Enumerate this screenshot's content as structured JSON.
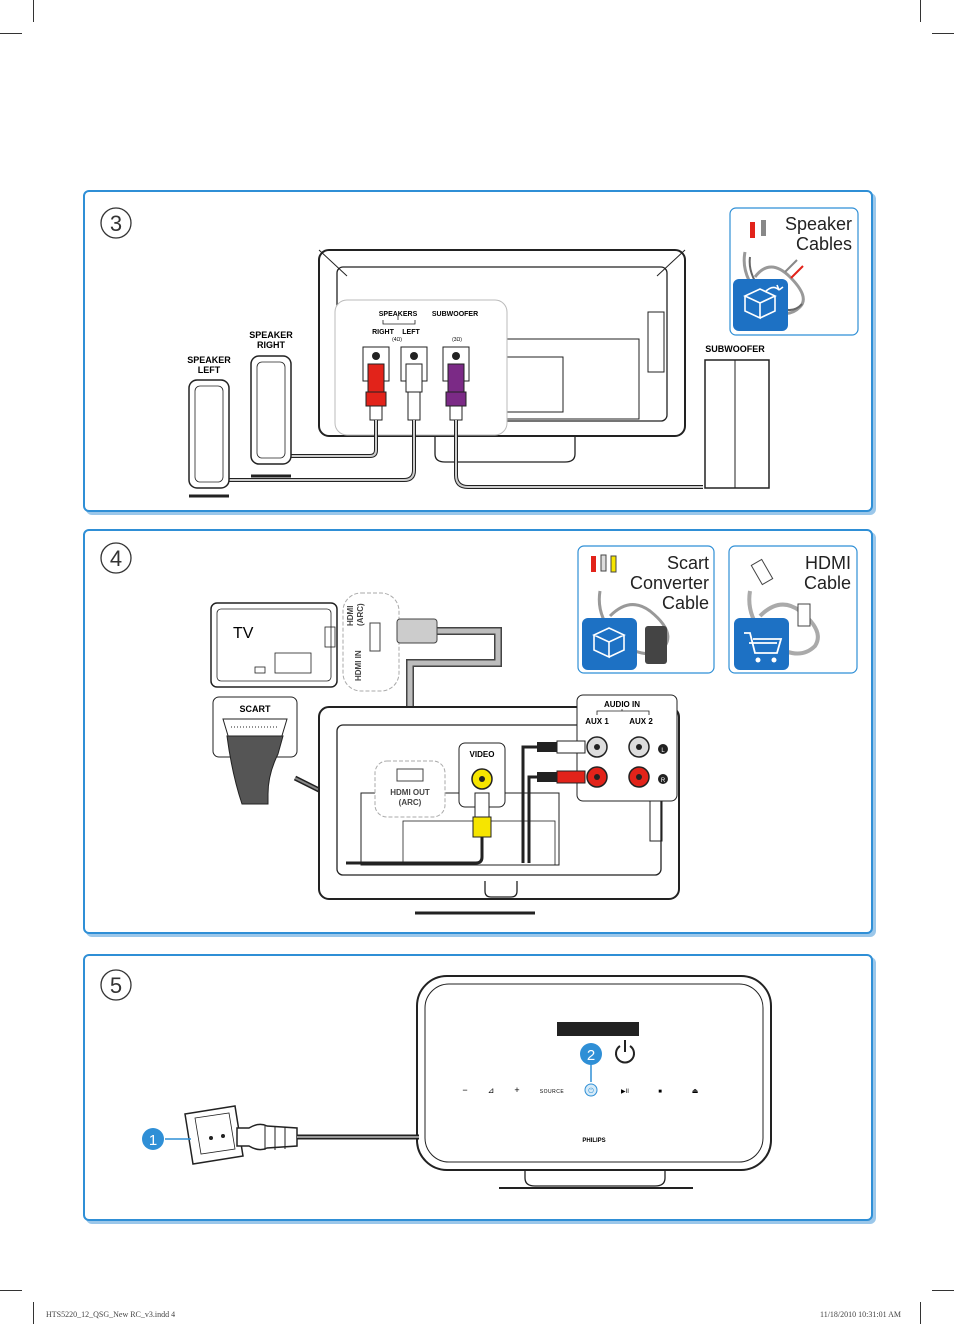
{
  "colors": {
    "panel_border": "#2f8fd6",
    "accessory_blue": "#1d71c4",
    "red": "#e2231a",
    "purple": "#7b2a86",
    "yellow": "#f6e500",
    "gray_cable": "#bdbdbd"
  },
  "step3": {
    "number": "3",
    "accessory_label": [
      "Speaker",
      "Cables"
    ],
    "accessory_icon": "box-icon",
    "speakers_header": "SPEAKERS",
    "right_label": "RIGHT",
    "left_label": "LEFT",
    "impedance_speakers": "(4Ω)",
    "subwoofer_header": "SUBWOOFER",
    "impedance_subwoofer": "(3Ω)",
    "speaker_left": [
      "SPEAKER",
      "LEFT"
    ],
    "speaker_right": [
      "SPEAKER",
      "RIGHT"
    ],
    "subwoofer_label": "SUBWOOFER"
  },
  "step4": {
    "number": "4",
    "scart_accessory_label": [
      "Scart",
      "Converter",
      "Cable"
    ],
    "scart_accessory_icon": "box-icon",
    "hdmi_accessory_label": [
      "HDMI",
      "Cable"
    ],
    "hdmi_accessory_icon": "shopping-cart-icon",
    "tv_label": "TV",
    "scart_label": "SCART",
    "hdmi_in_label": "HDMI IN",
    "hdmi_arc_label": [
      "HDMI",
      "(ARC)"
    ],
    "video_label": "VIDEO",
    "audio_in_label": "AUDIO IN",
    "aux1_label": "AUX 1",
    "aux2_label": "AUX 2",
    "hdmi_out_label": [
      "HDMI OUT",
      "(ARC)"
    ],
    "l_label": "L",
    "r_label": "R"
  },
  "step5": {
    "number": "5",
    "callout_1": "1",
    "callout_2": "2",
    "buttons": [
      "−",
      "⊿",
      "+",
      "SOURCE",
      "⏻",
      "▶II",
      "■",
      "⏏"
    ],
    "brand": "PHILIPS",
    "power_icon": "power-icon"
  },
  "footer": {
    "filename": "HTS5220_12_QSG_New RC_v3.indd   4",
    "timestamp": "11/18/2010   10:31:01 AM"
  }
}
